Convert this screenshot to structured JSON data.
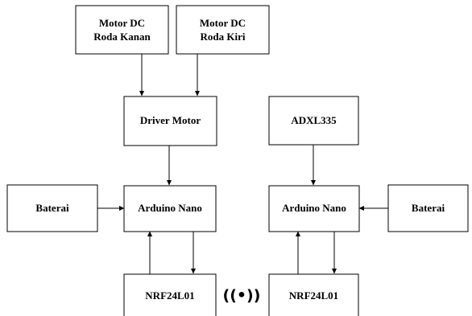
{
  "diagram": {
    "blocks": {
      "motor_right": {
        "lines": [
          "Motor DC",
          "Roda Kanan"
        ]
      },
      "motor_left": {
        "lines": [
          "Motor DC",
          "Roda Kiri"
        ]
      },
      "driver_motor": {
        "lines": [
          "Driver Motor"
        ]
      },
      "adxl335": {
        "lines": [
          "ADXL335"
        ]
      },
      "battery_left": {
        "lines": [
          "Baterai"
        ]
      },
      "arduino_left": {
        "lines": [
          "Arduino Nano"
        ]
      },
      "arduino_right": {
        "lines": [
          "Arduino Nano"
        ]
      },
      "battery_right": {
        "lines": [
          "Baterai"
        ]
      },
      "nrf_left": {
        "lines": [
          "NRF24L01"
        ]
      },
      "nrf_right": {
        "lines": [
          "NRF24L01"
        ]
      }
    },
    "wireless_symbol": "((•))",
    "stroke_color": "#000000",
    "background_color": "#ffffff"
  }
}
